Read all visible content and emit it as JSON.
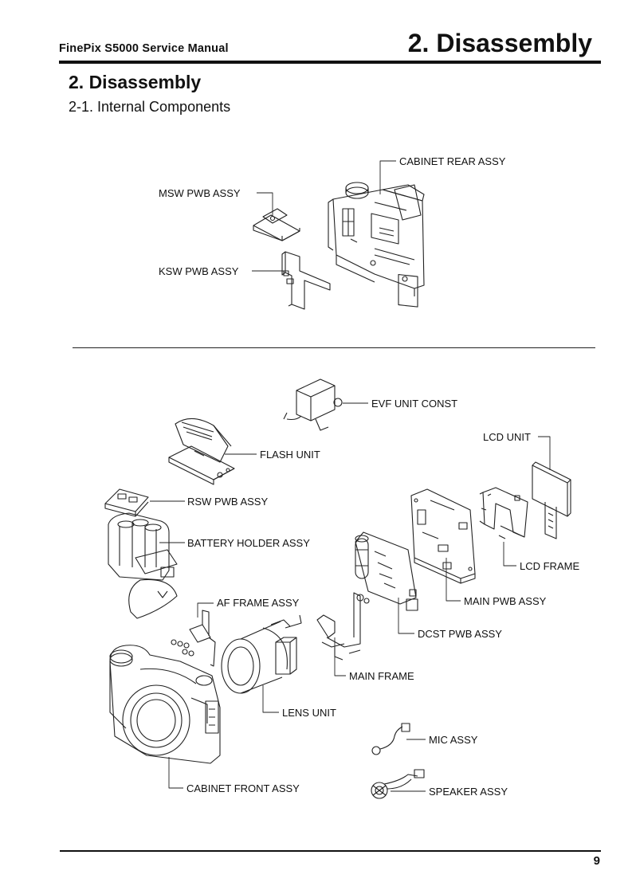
{
  "header": {
    "manual_title": "FinePix S5000 Service Manual",
    "chapter_title": "2. Disassembly"
  },
  "section": {
    "title": "2. Disassembly",
    "subtitle": "2-1. Internal Components"
  },
  "top_parts": {
    "cabinet_rear": "CABINET REAR ASSY",
    "msw_pwb": "MSW  PWB  ASSY",
    "ksw_pwb": "KSW  PWB  ASSY"
  },
  "bottom_parts": {
    "evf_unit": "EVF UNIT CONST",
    "lcd_unit": "LCD UNIT",
    "flash_unit": "FLASH UNIT",
    "rsw_pwb": "RSW  PWB  ASSY",
    "battery_holder": "BATTERY HOLDER ASSY",
    "lcd_frame": "LCD FRAME",
    "main_pwb": "MAIN PWB ASSY",
    "af_frame": "AF FRAME ASSY",
    "dcst_pwb": "DCST  PWB  ASSY",
    "main_frame": "MAIN FRAME",
    "lens_unit": "LENS UNIT",
    "mic_assy": "MIC ASSY",
    "cabinet_front": "CABINET FRONT ASSY",
    "speaker_assy": "SPEAKER ASSY"
  },
  "footer": {
    "page_number": "9"
  }
}
